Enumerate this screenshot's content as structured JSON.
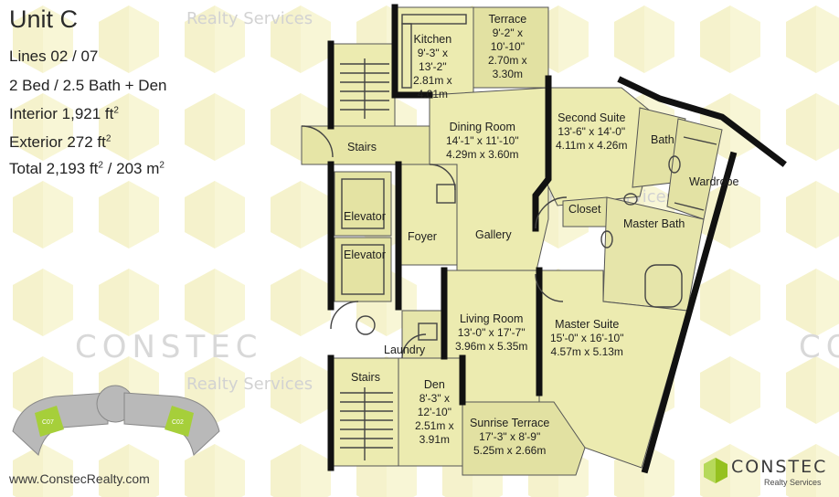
{
  "unit": {
    "title": "Unit C",
    "lines_label": "Lines",
    "lines_value": "02 / 07",
    "bed_bath": "2 Bed / 2.5 Bath + Den",
    "interior_label": "Interior",
    "interior_value": "1,921 ft",
    "exterior_label": "Exterior",
    "exterior_value": "272 ft",
    "total_label": "Total",
    "total_value_a": "2,193 ft",
    "total_value_b": "/ 203 m",
    "superscript": "2"
  },
  "watermark": {
    "brand": "CONSTEC",
    "sub": "Realty Services"
  },
  "website": "www.ConstecRealty.com",
  "logo": {
    "word": "CONSTEC",
    "sub": "Realty Services"
  },
  "keyplan": {
    "left_label": "C07",
    "right_label": "C02"
  },
  "rooms": {
    "kitchen": {
      "name": "Kitchen",
      "dim1": "9'-3\" x",
      "dim2": "13'-2\"",
      "dim3": "2.81m x",
      "dim4": "4.01m"
    },
    "terrace": {
      "name": "Terrace",
      "dim1": "9'-2\" x",
      "dim2": "10'-10\"",
      "dim3": "2.70m x",
      "dim4": "3.30m"
    },
    "dining": {
      "name": "Dining Room",
      "dim1": "14'-1\" x 11'-10\"",
      "dim2": "4.29m x 3.60m"
    },
    "second_suite": {
      "name": "Second Suite",
      "dim1": "13'-6\" x 14'-0\"",
      "dim2": "4.11m x 4.26m"
    },
    "stairs_top": {
      "name": "Stairs"
    },
    "bath": {
      "name": "Bath"
    },
    "wardrobe": {
      "name": "Wardrobe"
    },
    "closet": {
      "name": "Closet"
    },
    "master_bath": {
      "name": "Master Bath"
    },
    "elevator_1": {
      "name": "Elevator"
    },
    "elevator_2": {
      "name": "Elevator"
    },
    "foyer": {
      "name": "Foyer"
    },
    "gallery": {
      "name": "Gallery"
    },
    "living": {
      "name": "Living Room",
      "dim1": "13'-0\" x 17'-7\"",
      "dim2": "3.96m x 5.35m"
    },
    "master_suite": {
      "name": "Master Suite",
      "dim1": "15'-0\" x 16'-10\"",
      "dim2": "4.57m x 5.13m"
    },
    "laundry": {
      "name": "Laundry"
    },
    "stairs_bottom": {
      "name": "Stairs"
    },
    "den": {
      "name": "Den",
      "dim1": "8'-3\" x",
      "dim2": "12'-10\"",
      "dim3": "2.51m x",
      "dim4": "3.91m"
    },
    "sunrise_terrace": {
      "name": "Sunrise Terrace",
      "dim1": "17'-3\" x 8'-9\"",
      "dim2": "5.25m x 2.66m"
    }
  },
  "colors": {
    "room_fill": "#ecebb0",
    "room_fill_dark": "#dcdb93",
    "wall": "#111111",
    "hex_watermark": "#f6f3c8",
    "logo_green": "#95c11f"
  }
}
